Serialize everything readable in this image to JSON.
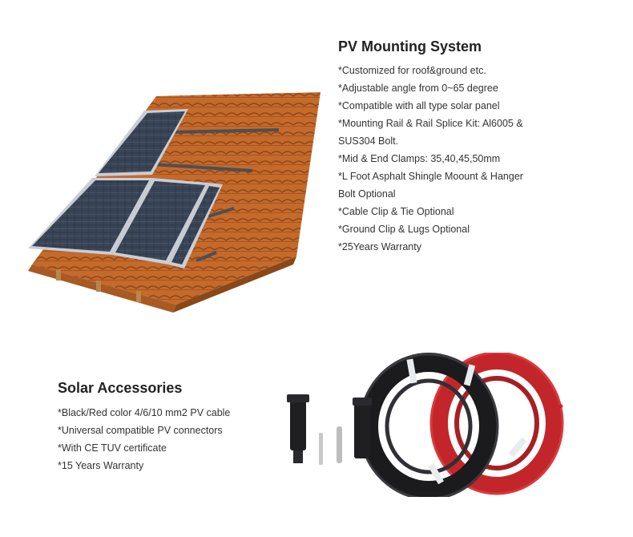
{
  "pv_mounting": {
    "title": "PV Mounting System",
    "features": [
      "*Customized for roof&ground etc.",
      "*Adjustable angle from 0~65 degree",
      "*Compatible with all type solar panel",
      "*Mounting Rail & Rail Splice Kit: Al6005 &",
      "SUS304 Bolt.",
      "*Mid & End Clamps: 35,40,45,50mm",
      "*L Foot Asphalt Shingle Moount & Hanger",
      "Bolt Optional",
      "*Cable Clip & Tie Optional",
      "*Ground Clip & Lugs Optional",
      "*25Years Warranty"
    ]
  },
  "solar_accessories": {
    "title": "Solar Accessories",
    "features": [
      "*Black/Red color 4/6/10 mm2 PV cable",
      "*Universal compatible PV connectors",
      "*With CE TUV certificate",
      "*15 Years Warranty"
    ]
  },
  "colors": {
    "roof_tile": "#c0692a",
    "panel": "#2b3340",
    "cable_black": "#1b1b1e",
    "cable_red": "#c3262a"
  }
}
